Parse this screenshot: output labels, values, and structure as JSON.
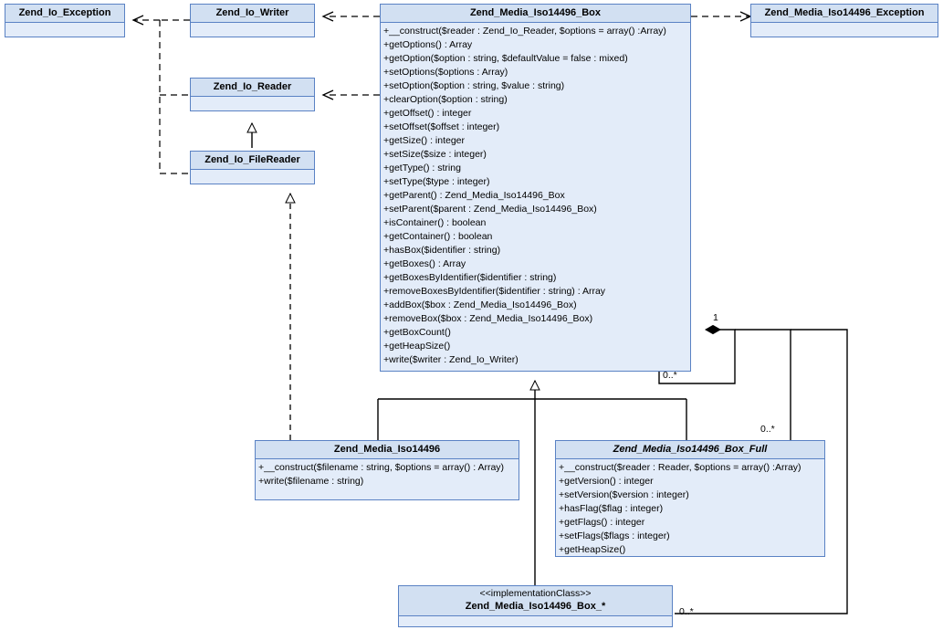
{
  "diagram": {
    "title": "Zend Media Iso14496 UML class diagram",
    "colors": {
      "class_border": "#5a82c4",
      "class_header_fill": "#d2e0f2",
      "class_body_fill": "#e3ecf9",
      "edge": "#000000",
      "background": "#ffffff"
    }
  },
  "classes": {
    "io_exception": {
      "name": "Zend_Io_Exception",
      "stereotype": "",
      "abstract": false,
      "members": []
    },
    "io_writer": {
      "name": "Zend_Io_Writer",
      "stereotype": "",
      "abstract": false,
      "members": []
    },
    "io_reader": {
      "name": "Zend_Io_Reader",
      "stereotype": "",
      "abstract": false,
      "members": []
    },
    "io_filereader": {
      "name": "Zend_Io_FileReader",
      "stereotype": "",
      "abstract": false,
      "members": []
    },
    "media_exception": {
      "name": "Zend_Media_Iso14496_Exception",
      "stereotype": "",
      "abstract": false,
      "members": []
    },
    "box": {
      "name": "Zend_Media_Iso14496_Box",
      "stereotype": "",
      "abstract": false,
      "members": [
        "+__construct($reader : Zend_Io_Reader, $options = array() :Array)",
        "+getOptions() : Array",
        "+getOption($option : string, $defaultValue = false : mixed)",
        "+setOptions($options : Array)",
        "+setOption($option : string, $value : string)",
        "+clearOption($option : string)",
        "+getOffset() : integer",
        "+setOffset($offset : integer)",
        "+getSize() : integer",
        "+setSize($size : integer)",
        "+getType() : string",
        "+setType($type : integer)",
        "+getParent() : Zend_Media_Iso14496_Box",
        "+setParent($parent : Zend_Media_Iso14496_Box)",
        "+isContainer() : boolean",
        "+getContainer() : boolean",
        "+hasBox($identifier : string)",
        "+getBoxes() : Array",
        "+getBoxesByIdentifier($identifier : string)",
        "+removeBoxesByIdentifier($identifier : string) : Array",
        "+addBox($box : Zend_Media_Iso14496_Box)",
        "+removeBox($box : Zend_Media_Iso14496_Box)",
        "+getBoxCount()",
        "+getHeapSize()",
        "+write($writer : Zend_Io_Writer)"
      ]
    },
    "media": {
      "name": "Zend_Media_Iso14496",
      "stereotype": "",
      "abstract": false,
      "members": [
        "+__construct($filename : string, $options = array() : Array)",
        "+write($filename : string)"
      ]
    },
    "box_full": {
      "name": "Zend_Media_Iso14496_Box_Full",
      "stereotype": "",
      "abstract": true,
      "members": [
        "+__construct($reader : Reader, $options = array() :Array)",
        "+getVersion() : integer",
        "+setVersion($version : integer)",
        "+hasFlag($flag : integer)",
        "+getFlags() : integer",
        "+setFlags($flags : integer)",
        "+getHeapSize()"
      ]
    },
    "box_star": {
      "name": "Zend_Media_Iso14496_Box_*",
      "stereotype": "<<implementationClass>>",
      "abstract": false,
      "members": []
    }
  },
  "multiplicities": {
    "composition_one": "1",
    "self_children": "0..*",
    "full_children": "0..*",
    "star_children": "0..*"
  }
}
